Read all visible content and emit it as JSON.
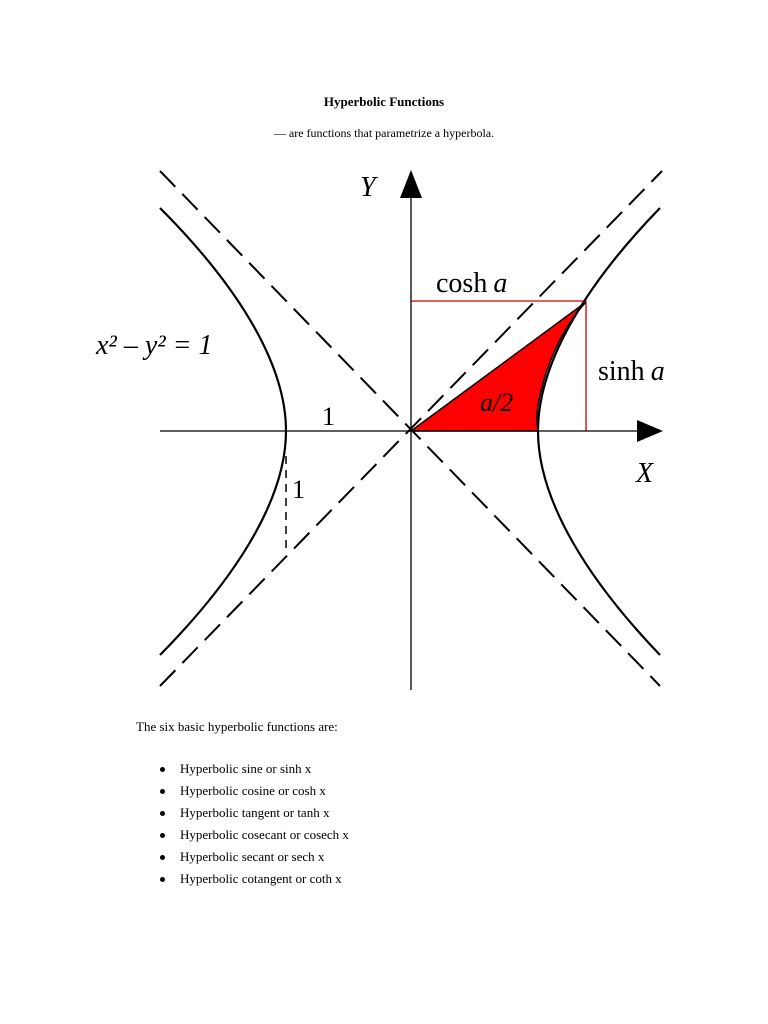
{
  "document": {
    "title": "Hyperbolic Functions",
    "subtitle": "—  are functions that parametrize a hyperbola."
  },
  "figure": {
    "axis_y_label": "Y",
    "axis_x_label": "X",
    "equation": "x² – y² = 1",
    "cosh_label_text": "cosh",
    "sinh_label_text": "sinh",
    "param_label": "a",
    "area_label": "a/2",
    "unit_label_x": "1",
    "unit_label_y": "1",
    "colors": {
      "area_fill": "#ff0000",
      "guide_lines": "#cc0000",
      "curve": "#000000"
    }
  },
  "body": {
    "intro": "The six basic hyperbolic functions are:",
    "functions": [
      "Hyperbolic sine or sinh x",
      "Hyperbolic cosine or cosh x",
      "Hyperbolic tangent or tanh x",
      "Hyperbolic cosecant or cosech x",
      "Hyperbolic secant or sech x",
      "Hyperbolic cotangent or coth x"
    ]
  }
}
